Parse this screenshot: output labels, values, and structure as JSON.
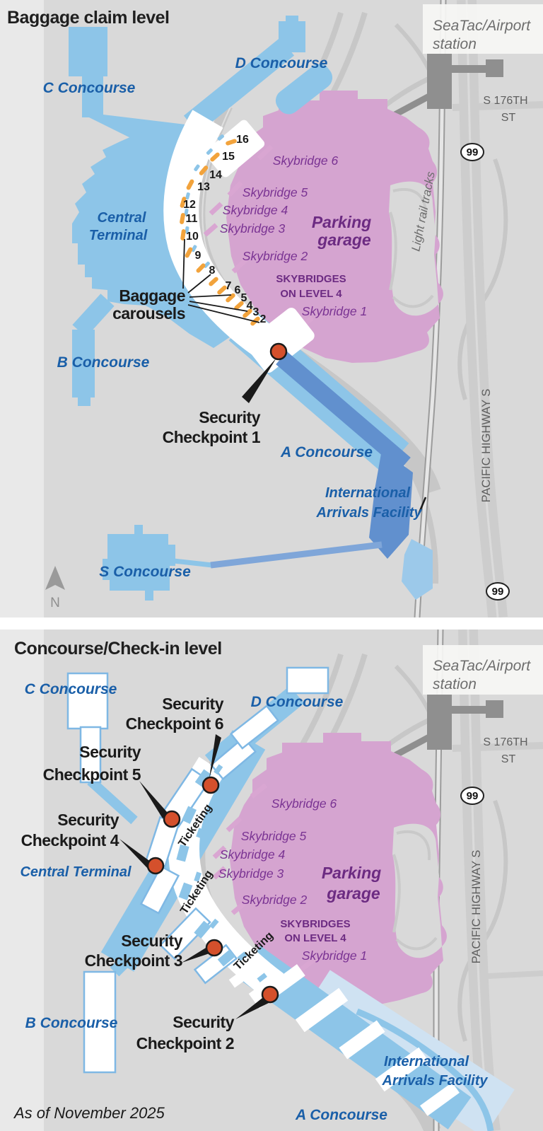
{
  "top_panel": {
    "title": "Baggage claim level",
    "c_concourse": "C Concourse",
    "d_concourse": "D Concourse",
    "central_line1": "Central",
    "central_line2": "Terminal",
    "b_concourse": "B Concourse",
    "a_concourse": "A Concourse",
    "s_concourse": "S Concourse",
    "baggage_line1": "Baggage",
    "baggage_line2": "carousels",
    "checkpoint1_line1": "Security",
    "checkpoint1_line2": "Checkpoint 1",
    "iaf_line1": "International",
    "iaf_line2": "Arrivals Facility",
    "light_rail": "Light rail tracks",
    "carousels": [
      "16",
      "15",
      "14",
      "13",
      "12",
      "11",
      "10",
      "9",
      "8",
      "7",
      "6",
      "5",
      "4",
      "3",
      "2"
    ]
  },
  "bottom_panel": {
    "title": "Concourse/Check-in level",
    "c_concourse": "C Concourse",
    "d_concourse": "D Concourse",
    "central_terminal": "Central Terminal",
    "b_concourse": "B Concourse",
    "a_concourse": "A Concourse",
    "iaf_line1": "International",
    "iaf_line2": "Arrivals Facility",
    "ticketing": "Ticketing",
    "as_of": "As of November 2025",
    "checkpoints": {
      "cp2": {
        "line1": "Security",
        "line2": "Checkpoint 2"
      },
      "cp3": {
        "line1": "Security",
        "line2": "Checkpoint 3"
      },
      "cp4": {
        "line1": "Security",
        "line2": "Checkpoint 4"
      },
      "cp5": {
        "line1": "Security",
        "line2": "Checkpoint 5"
      },
      "cp6": {
        "line1": "Security",
        "line2": "Checkpoint 6"
      }
    }
  },
  "shared": {
    "station_line1": "SeaTac/Airport",
    "station_line2": "station",
    "street_line1": "S 176TH",
    "street_line2": "ST",
    "highway_badge": "99",
    "pacific_highway": "PACIFIC HIGHWAY S",
    "parking_line1": "Parking",
    "parking_line2": "garage",
    "skybridges_note_line1": "SKYBRIDGES",
    "skybridges_note_line2": "ON LEVEL 4",
    "skybridge_1": "Skybridge 1",
    "skybridge_2": "Skybridge 2",
    "skybridge_3": "Skybridge 3",
    "skybridge_4": "Skybridge 4",
    "skybridge_5": "Skybridge 5",
    "skybridge_6": "Skybridge 6",
    "north": "N"
  },
  "colors": {
    "terminal_blue": "#8DC5E8",
    "dark_blue": "#6190CE",
    "pale_blue": "#CFE2F2",
    "garage_pink": "#D5A4D0",
    "carousel_orange": "#F2A33C",
    "checkpoint_red": "#D4502C",
    "label_blue": "#1A5FA8",
    "label_purple": "#7A3393",
    "map_gray": "#D9D9D9"
  }
}
